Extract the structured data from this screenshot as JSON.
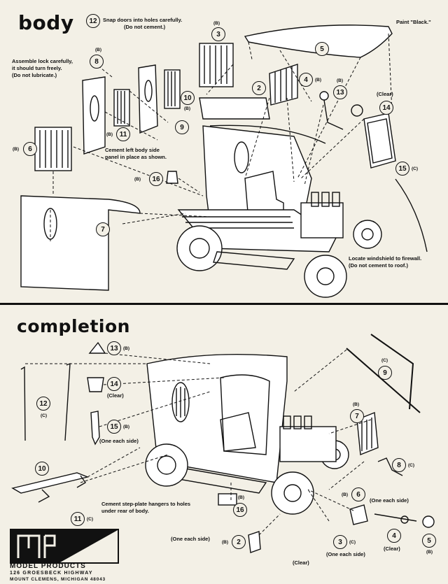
{
  "sections": {
    "body": "body",
    "completion": "completion"
  },
  "body_notes": {
    "snap_doors_1": "Snap doors into holes carefully.",
    "snap_doors_2": "(Do not cement.)",
    "paint_black": "Paint \"Black.\"",
    "lock_1": "Assemble lock carefully,",
    "lock_2": "it should turn freely.",
    "lock_3": "(Do not lubricate.)",
    "clear": "(Clear)",
    "cement_panel_1": "Cement left body side",
    "cement_panel_2": "panel in place as shown.",
    "windshield_1": "Locate windshield to firewall.",
    "windshield_2": "(Do not cement to roof.)"
  },
  "body_callouts": {
    "n12": "12",
    "n3": "3",
    "b3": "(B)",
    "n5": "5",
    "n8": "8",
    "b8": "(B)",
    "n2": "2",
    "n4": "4",
    "b4": "(B)",
    "n13": "13",
    "b13": "(B)",
    "n10": "10",
    "b10": "(B)",
    "n11": "11",
    "b11": "(B)",
    "n9": "9",
    "n14": "14",
    "n6": "6",
    "b6": "(B)",
    "n16": "16",
    "b16": "(B)",
    "n15": "15",
    "c15": "(C)",
    "n7": "7"
  },
  "completion_notes": {
    "clear_14": "(Clear)",
    "one_each_15": "(One each side)",
    "step_plate_1": "Cement step-plate hangers to holes",
    "step_plate_2": "under rear of body.",
    "one_each_6": "(One each side)",
    "one_each_2": "(One each side)",
    "clear_bottom": "(Clear)",
    "one_each_3": "(One each side)",
    "clear_4": "(Clear)"
  },
  "completion_callouts": {
    "n13": "13",
    "b13": "(B)",
    "n14": "14",
    "n12": "12",
    "c12": "(C)",
    "n15": "15",
    "b15": "(B)",
    "n9": "9",
    "c9": "(C)",
    "n7": "7",
    "b7": "(B)",
    "n10": "10",
    "n8": "8",
    "c8": "(C)",
    "n11": "11",
    "c11": "(C)",
    "n6": "6",
    "b6": "(B)",
    "n16": "16",
    "b16": "(B)",
    "n2": "2",
    "b2": "(B)",
    "n3": "3",
    "c3": "(C)",
    "n4": "4",
    "n5": "5",
    "b5": "(B)"
  },
  "logo": {
    "company": "MODEL PRODUCTS",
    "address_1": "126 GROESBECK HIGHWAY",
    "address_2": "MOUNT CLEMENS, MICHIGAN 48043"
  }
}
